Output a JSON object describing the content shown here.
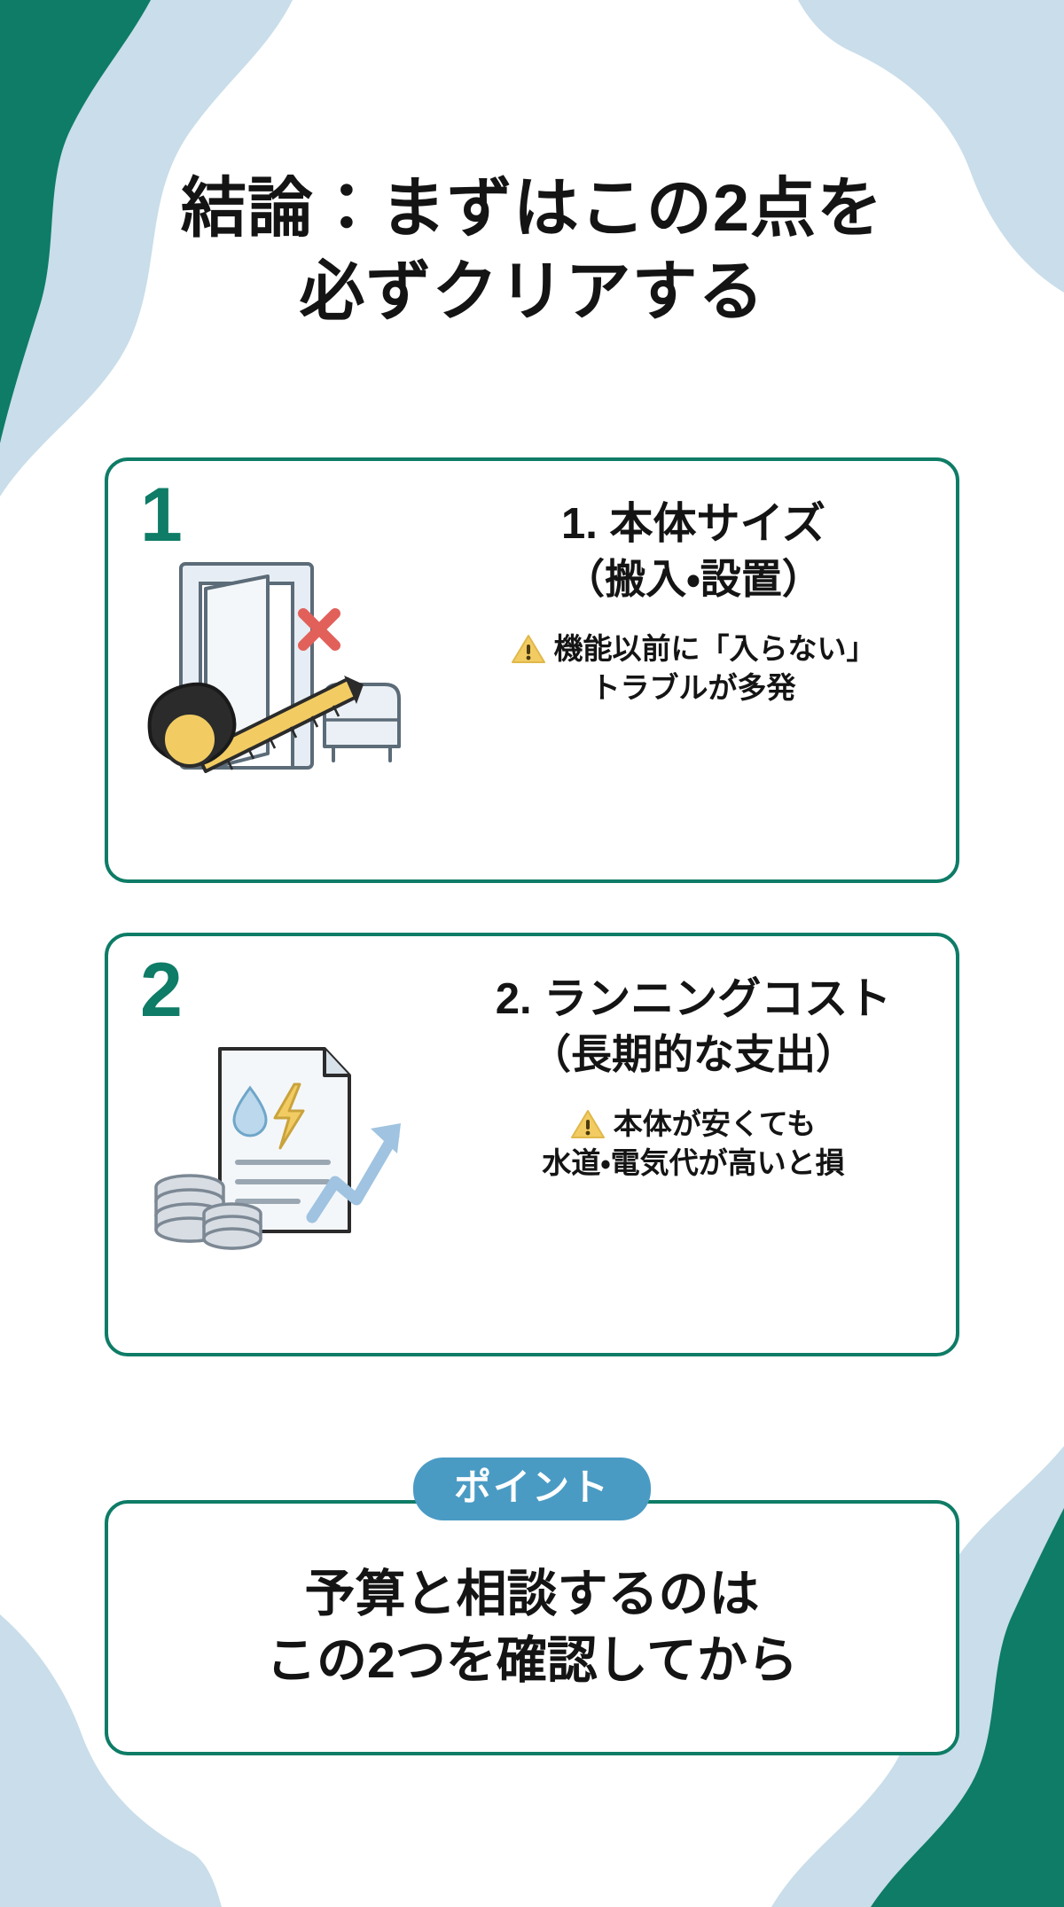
{
  "title": {
    "line1": "結論：まずはこの2点を",
    "line2": "必ずクリアする"
  },
  "cards": [
    {
      "number": "1",
      "illustration_name": "tape-measure-doorway-illustration",
      "heading": "1. 本体サイズ",
      "subtitle": "（搬入・設置）",
      "note_icon": "warning-triangle-icon",
      "note_line1": "機能以前に「入らない」",
      "note_line2": "トラブルが多発"
    },
    {
      "number": "2",
      "illustration_name": "utility-bill-coins-chart-illustration",
      "heading": "2. ランニングコスト",
      "subtitle": "（長期的な支出）",
      "note_icon": "warning-triangle-icon",
      "note_line1": "本体が安くても",
      "note_line2": "水道・電気代が高いと損"
    }
  ],
  "point": {
    "badge_label": "ポイント",
    "line1": "予算と相談するのは",
    "line2": "この2つを確認してから"
  },
  "colors": {
    "teal": "#0E7C66",
    "teal_dark": "#0B6B58",
    "badge_blue": "#4A9BC4",
    "deco_light_blue": "#C9DDEA",
    "text": "#141414",
    "warning_yellow": "#F2CC63",
    "accent_red": "#E2605A"
  }
}
